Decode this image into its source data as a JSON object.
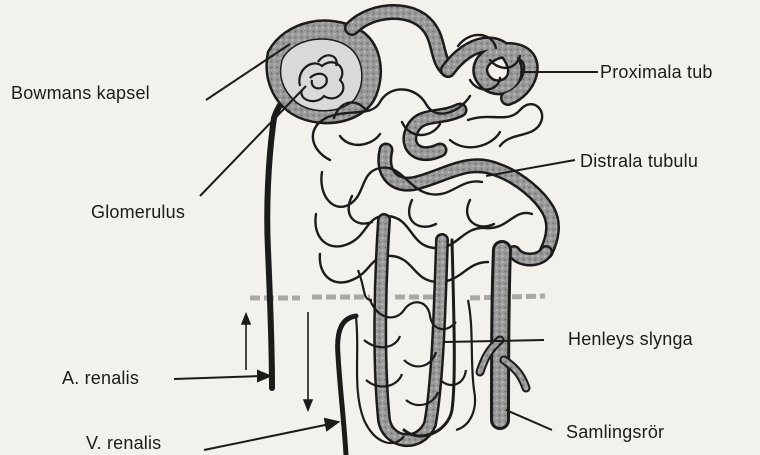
{
  "labels": {
    "bowmans_kapsel": "Bowmans kapsel",
    "glomerulus": "Glomerulus",
    "a_renalis": "A. renalis",
    "v_renalis": "V. renalis",
    "proximala": "Proximala tub",
    "distrala": "Distrala tubulu",
    "henleys": "Henleys slynga",
    "samlingsror": "Samlingsrör"
  },
  "colors": {
    "background": "#f2f1ec",
    "ink": "#1b1b1b",
    "tubule_fill": "#8d8d8d",
    "capsule_fill": "#9a9a9a"
  }
}
